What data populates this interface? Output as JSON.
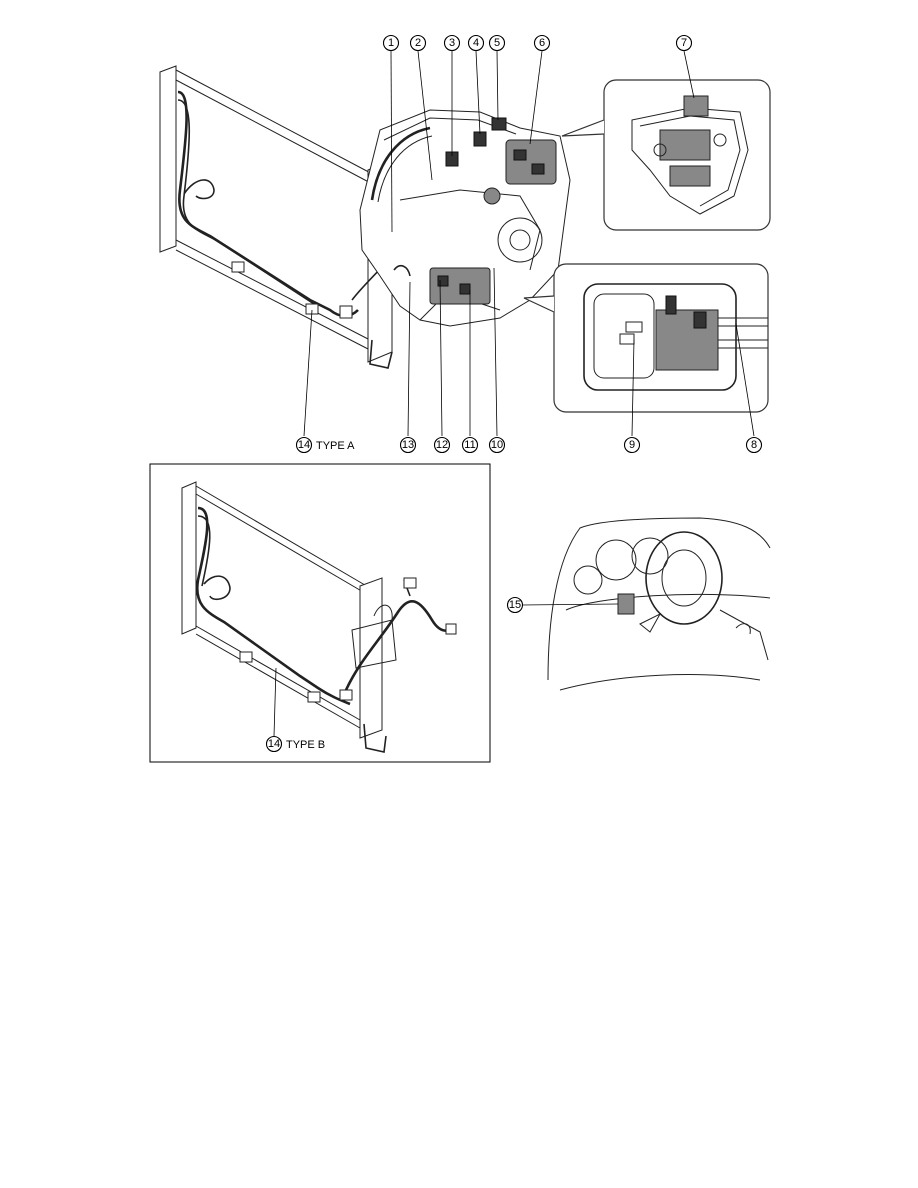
{
  "callouts": {
    "c1": "1",
    "c2": "2",
    "c3": "3",
    "c4": "4",
    "c5": "5",
    "c6": "6",
    "c7": "7",
    "c8": "8",
    "c9": "9",
    "c10": "10",
    "c11": "11",
    "c12": "12",
    "c13": "13",
    "c14a": "14",
    "c14b": "14",
    "c15": "15"
  },
  "labels": {
    "type_a": "TYPE A",
    "type_b": "TYPE B"
  }
}
